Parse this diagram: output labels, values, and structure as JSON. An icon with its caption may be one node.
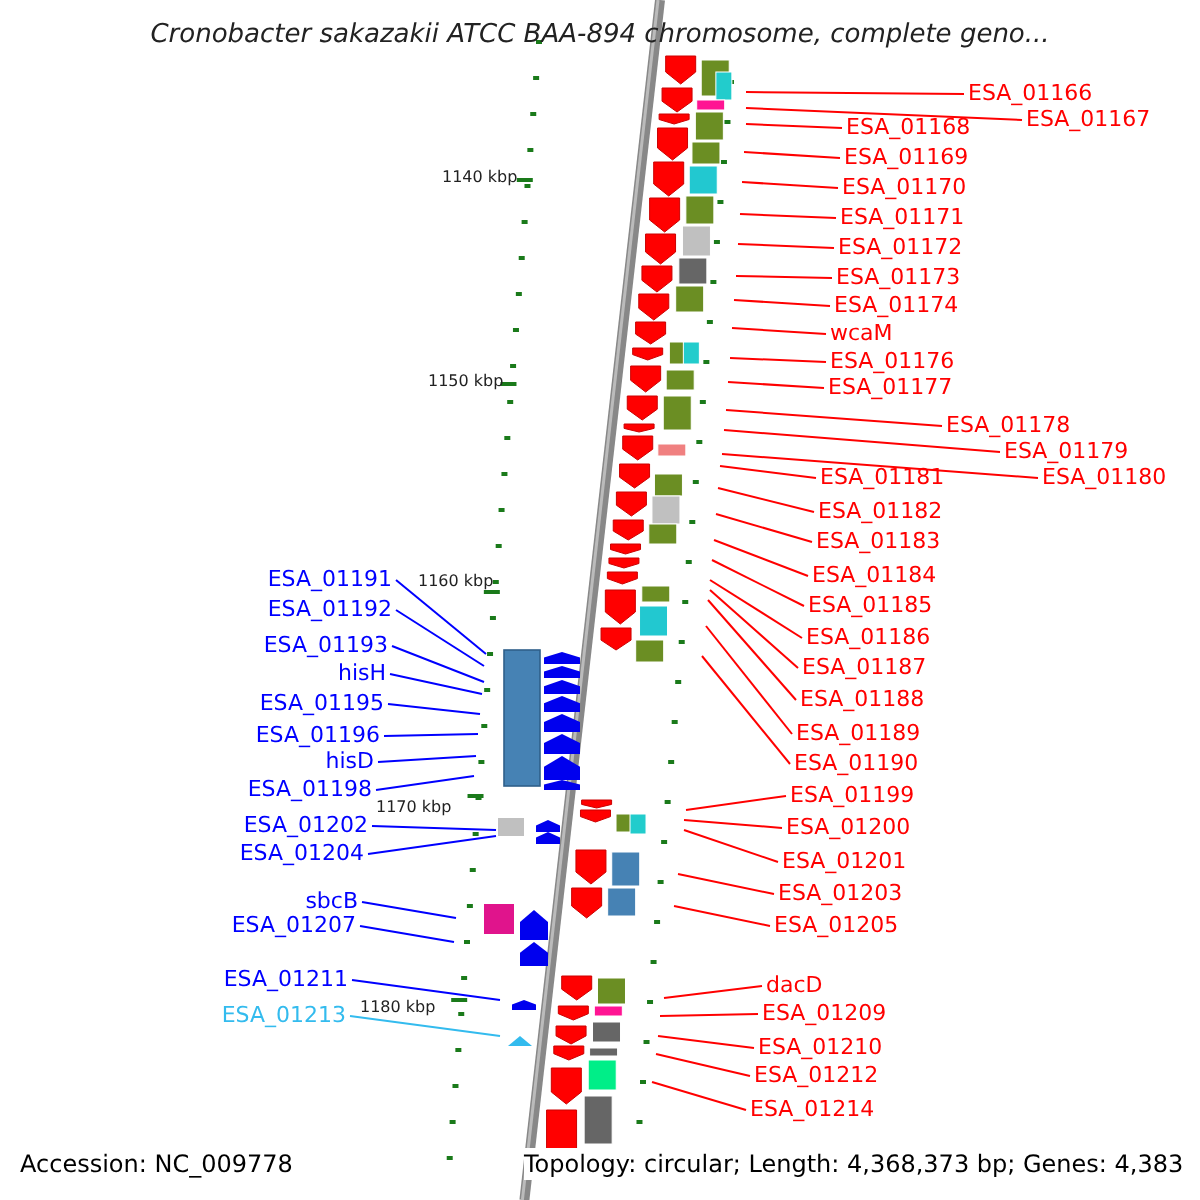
{
  "diagram": {
    "title": "Cronobacter sakazakii ATCC BAA-894 chromosome, complete geno...",
    "nodes": [
      {
        "text": [
          "ESA_01166"
        ]
      },
      {
        "text": [
          "ESA_01167"
        ]
      },
      {
        "text": [
          "ESA_01168"
        ]
      },
      {
        "text": [
          "ESA_01169"
        ]
      },
      {
        "text": [
          "ESA_01170"
        ]
      },
      {
        "text": [
          "ESA_01171"
        ]
      },
      {
        "text": [
          "ESA_01172"
        ]
      },
      {
        "text": [
          "ESA_01173"
        ]
      },
      {
        "text": [
          "ESA_01174"
        ]
      },
      {
        "text": [
          "wcaM"
        ]
      },
      {
        "text": [
          "ESA_01176"
        ]
      },
      {
        "text": [
          "ESA_01177"
        ]
      },
      {
        "text": [
          "ESA_01178"
        ]
      },
      {
        "text": [
          "ESA_01179"
        ]
      },
      {
        "text": [
          "ESA_01180"
        ]
      },
      {
        "text": [
          "ESA_01181"
        ]
      },
      {
        "text": [
          "ESA_01182"
        ]
      },
      {
        "text": [
          "ESA_01183"
        ]
      },
      {
        "text": [
          "ESA_01184"
        ]
      },
      {
        "text": [
          "ESA_01185"
        ]
      },
      {
        "text": [
          "ESA_01186"
        ]
      },
      {
        "text": [
          "ESA_01187"
        ]
      },
      {
        "text": [
          "ESA_01188"
        ]
      },
      {
        "text": [
          "ESA_01189"
        ]
      },
      {
        "text": [
          "ESA_01190"
        ]
      },
      {
        "text": [
          "ESA_01199"
        ]
      },
      {
        "text": [
          "ESA_01200"
        ]
      },
      {
        "text": [
          "ESA_01201"
        ]
      },
      {
        "text": [
          "ESA_01203"
        ]
      },
      {
        "text": [
          "ESA_01205"
        ]
      },
      {
        "text": [
          "dacD"
        ]
      },
      {
        "text": [
          "ESA_01209"
        ]
      },
      {
        "text": [
          "ESA_01210"
        ]
      },
      {
        "text": [
          "ESA_01212"
        ]
      },
      {
        "text": [
          "ESA_01214"
        ]
      },
      {
        "text": [
          "ESA_01191"
        ]
      },
      {
        "text": [
          "ESA_01192"
        ]
      },
      {
        "text": [
          "ESA_01193"
        ]
      },
      {
        "text": [
          "hisH"
        ]
      },
      {
        "text": [
          "ESA_01195"
        ]
      },
      {
        "text": [
          "ESA_01196"
        ]
      },
      {
        "text": [
          "hisD"
        ]
      },
      {
        "text": [
          "ESA_01198"
        ]
      },
      {
        "text": [
          "ESA_01202"
        ]
      },
      {
        "text": [
          "ESA_01204"
        ]
      },
      {
        "text": [
          "sbcB"
        ]
      },
      {
        "text": [
          "ESA_01207"
        ]
      },
      {
        "text": [
          "ESA_01211"
        ]
      },
      {
        "text": [
          "ESA_01213"
        ]
      }
    ],
    "edges": [
      {
        "from": 0,
        "to": null,
        "arrow": "none"
      },
      {
        "from": 1,
        "to": null,
        "arrow": "none"
      },
      {
        "from": 2,
        "to": null,
        "arrow": "none"
      },
      {
        "from": 3,
        "to": null,
        "arrow": "none"
      },
      {
        "from": 4,
        "to": null,
        "arrow": "none"
      },
      {
        "from": 5,
        "to": null,
        "arrow": "none"
      },
      {
        "from": 6,
        "to": null,
        "arrow": "none"
      },
      {
        "from": 7,
        "to": null,
        "arrow": "none"
      },
      {
        "from": 8,
        "to": null,
        "arrow": "none"
      },
      {
        "from": 9,
        "to": null,
        "arrow": "none"
      },
      {
        "from": 10,
        "to": null,
        "arrow": "none"
      },
      {
        "from": 11,
        "to": null,
        "arrow": "none"
      },
      {
        "from": 12,
        "to": null,
        "arrow": "none"
      },
      {
        "from": 13,
        "to": null,
        "arrow": "none"
      },
      {
        "from": 14,
        "to": null,
        "arrow": "none"
      },
      {
        "from": 15,
        "to": null,
        "arrow": "none"
      },
      {
        "from": 16,
        "to": null,
        "arrow": "none"
      },
      {
        "from": 17,
        "to": null,
        "arrow": "none"
      },
      {
        "from": 18,
        "to": null,
        "arrow": "none"
      },
      {
        "from": 19,
        "to": null,
        "arrow": "none"
      },
      {
        "from": 20,
        "to": null,
        "arrow": "none"
      },
      {
        "from": 21,
        "to": null,
        "arrow": "none"
      },
      {
        "from": 22,
        "to": null,
        "arrow": "none"
      },
      {
        "from": 23,
        "to": null,
        "arrow": "none"
      },
      {
        "from": 24,
        "to": null,
        "arrow": "none"
      },
      {
        "from": 25,
        "to": null,
        "arrow": "none"
      },
      {
        "from": 26,
        "to": null,
        "arrow": "none"
      },
      {
        "from": 27,
        "to": null,
        "arrow": "none"
      },
      {
        "from": 28,
        "to": null,
        "arrow": "none"
      },
      {
        "from": 29,
        "to": null,
        "arrow": "none"
      },
      {
        "from": 30,
        "to": null,
        "arrow": "none"
      },
      {
        "from": 31,
        "to": null,
        "arrow": "none"
      },
      {
        "from": 32,
        "to": null,
        "arrow": "none"
      },
      {
        "from": 33,
        "to": null,
        "arrow": "none"
      },
      {
        "from": 34,
        "to": null,
        "arrow": "none"
      },
      {
        "from": 35,
        "to": null,
        "arrow": "none",
        "color": "#0000ff"
      },
      {
        "from": 36,
        "to": null,
        "arrow": "none",
        "color": "#0000ff"
      },
      {
        "from": 37,
        "to": null,
        "arrow": "none",
        "color": "#0000ff"
      },
      {
        "from": 38,
        "to": null,
        "arrow": "none",
        "color": "#0000ff"
      },
      {
        "from": 39,
        "to": null,
        "arrow": "none",
        "color": "#0000ff"
      },
      {
        "from": 40,
        "to": null,
        "arrow": "none",
        "color": "#0000ff"
      },
      {
        "from": 41,
        "to": null,
        "arrow": "none",
        "color": "#0000ff"
      },
      {
        "from": 42,
        "to": null,
        "arrow": "none",
        "color": "#0000ff"
      },
      {
        "from": 43,
        "to": null,
        "arrow": "none",
        "color": "#0000ff"
      },
      {
        "from": 44,
        "to": null,
        "arrow": "none",
        "color": "#0000ff"
      },
      {
        "from": 45,
        "to": null,
        "arrow": "none",
        "color": "#0000ff"
      },
      {
        "from": 46,
        "to": null,
        "arrow": "none",
        "color": "#0000ff"
      },
      {
        "from": 47,
        "to": null,
        "arrow": "none",
        "color": "#0000ff"
      },
      {
        "from": 48,
        "to": null,
        "arrow": "none",
        "color": "#33bbee"
      }
    ],
    "labels": [
      "1140 kbp",
      "1150 kbp",
      "1160 kbp",
      "1170 kbp",
      "1180 kbp",
      "Accession: NC_009778",
      "Topology: circular; Length: 4,368,373 bp; Genes: 4,383"
    ]
  }
}
